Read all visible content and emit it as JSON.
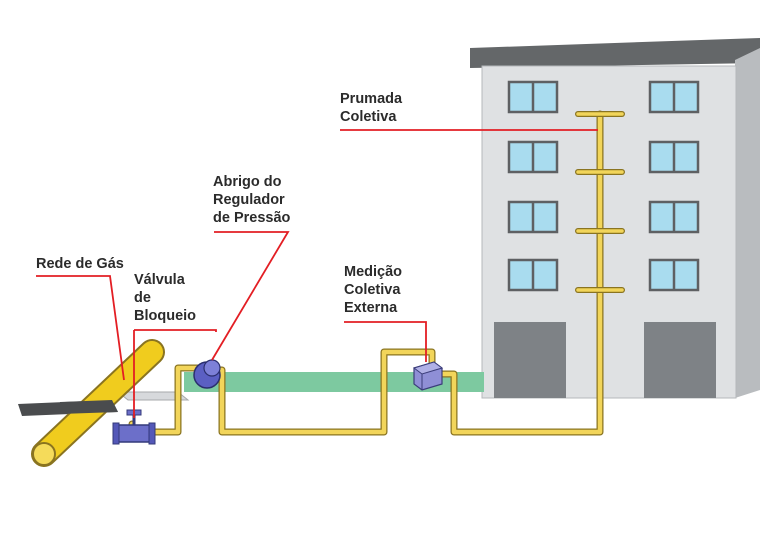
{
  "labels": {
    "prumada": [
      "Prumada",
      "Coletiva"
    ],
    "abrigo": [
      "Abrigo do",
      "Regulador",
      "de Pressão"
    ],
    "rede": [
      "Rede de Gás"
    ],
    "valvula": [
      "Válvula",
      "de",
      "Bloqueio"
    ],
    "medicao": [
      "Medição",
      "Coletiva",
      "Externa"
    ]
  },
  "colors": {
    "leader_line": "#e31e24",
    "pipe": "#f2d55a",
    "pipe_outline": "#8a7420",
    "gas_main": "#f0cc1e",
    "building_front": "#dfe1e3",
    "building_side": "#b9bcbf",
    "roof": "#646769",
    "window": "#a9dcef",
    "door": "#7e8286",
    "ground_strip": "#7dc9a0",
    "valve": "#6c6fc9",
    "meter_box": "#8f8fd6",
    "regulator": "#5b5fc3"
  }
}
